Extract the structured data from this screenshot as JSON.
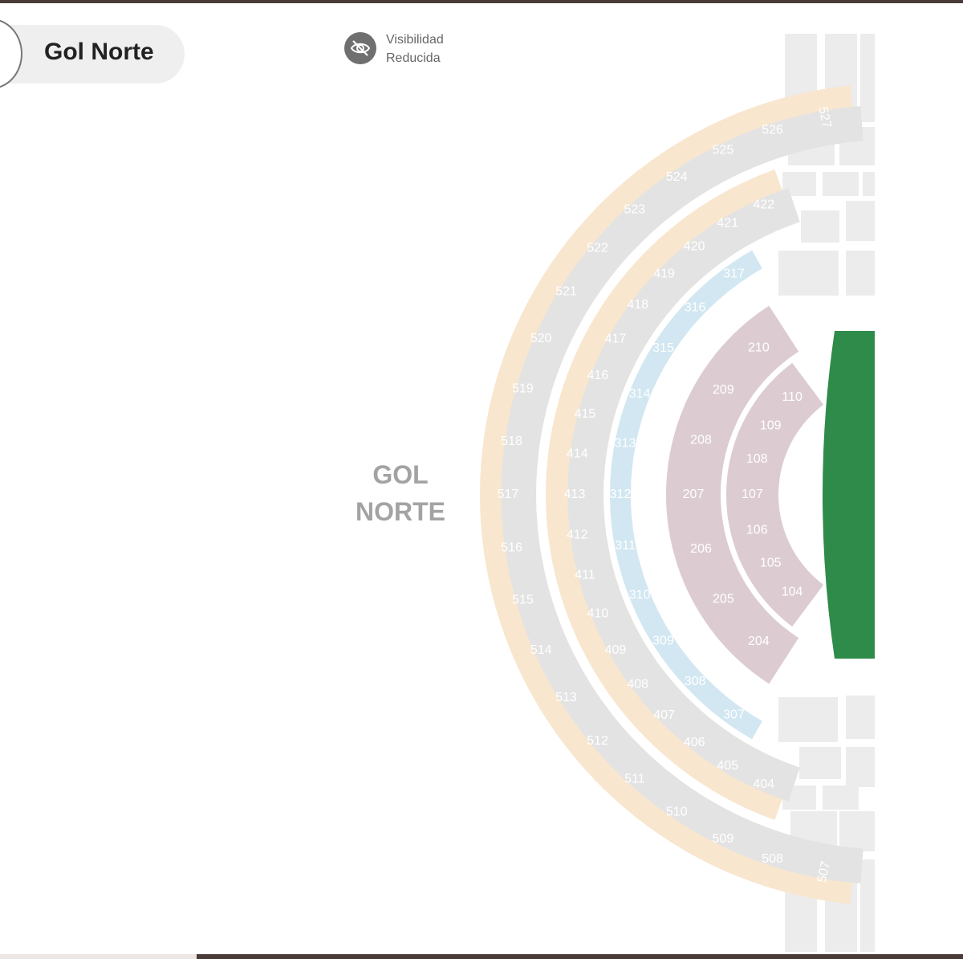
{
  "zone": {
    "title": "Gol Norte"
  },
  "visibility": {
    "icon": "eye-slash-icon",
    "line1": "Visibilidad",
    "line2": "Reducida"
  },
  "area": {
    "line1": "GOL",
    "line2": "NORTE"
  },
  "colors": {
    "reduced_visibility": "#f8e6cf",
    "seat_gray": "#e3e3e3",
    "tier300": "#d2e7f1",
    "tier100_200": "#dcccd2",
    "field": "#2f8b4a",
    "disabled": "#ececec"
  },
  "sections": {
    "ring500": [
      "527",
      "526",
      "525",
      "524",
      "523",
      "522",
      "521",
      "520",
      "519",
      "518",
      "517",
      "516",
      "515",
      "514",
      "513",
      "512",
      "511",
      "510",
      "509",
      "508",
      "507"
    ],
    "ring400": [
      "422",
      "421",
      "420",
      "419",
      "418",
      "417",
      "416",
      "415",
      "414",
      "413",
      "412",
      "411",
      "410",
      "409",
      "408",
      "407",
      "406",
      "405",
      "404"
    ],
    "ring300": [
      "317",
      "316",
      "315",
      "314",
      "313",
      "312",
      "311",
      "310",
      "309",
      "308",
      "307"
    ],
    "tier200": [
      "210",
      "209",
      "208",
      "207",
      "206",
      "205",
      "204"
    ],
    "tier100": [
      "110",
      "109",
      "108",
      "107",
      "106",
      "105",
      "104"
    ]
  }
}
